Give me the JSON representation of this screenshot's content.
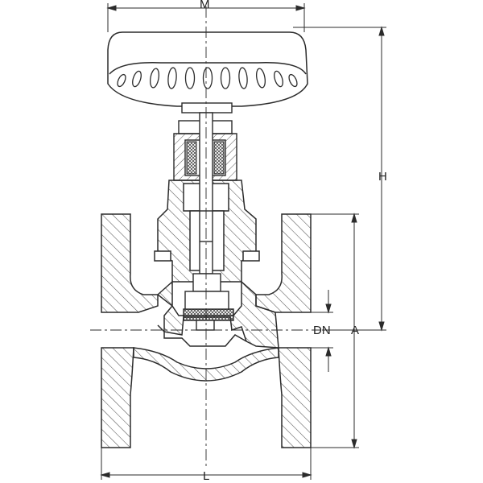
{
  "colors": {
    "stroke": "#2b2b2b",
    "hatch": "#555555",
    "fill": "#ffffff",
    "background": "#ffffff"
  },
  "dimensions": {
    "handwheel_diameter": "M",
    "overall_height": "H",
    "nominal_diameter": "DN",
    "flange_height": "A",
    "face_to_face_length": "L"
  },
  "icons": {
    "component": "globe-valve-cross-section"
  }
}
